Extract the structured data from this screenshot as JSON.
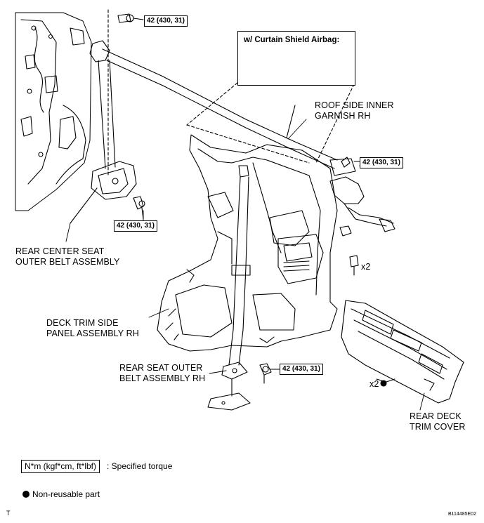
{
  "labels": {
    "roof_garnish_line1": "ROOF SIDE INNER",
    "roof_garnish_line2": "GARNISH RH",
    "rear_center_line1": "REAR CENTER SEAT",
    "rear_center_line2": "OUTER BELT ASSEMBLY",
    "deck_panel_line1": "DECK TRIM SIDE",
    "deck_panel_line2": "PANEL ASSEMBLY RH",
    "rear_outer_line1": "REAR SEAT OUTER",
    "rear_outer_line2": "BELT ASSEMBLY RH",
    "deck_cover_line1": "REAR DECK",
    "deck_cover_line2": "TRIM COVER"
  },
  "torque": {
    "top": "42 (430, 31)",
    "left": "42 (430, 31)",
    "right": "42 (430, 31)",
    "bottom": "42 (430, 31)"
  },
  "quantities": {
    "bolt_x2": "x2",
    "clip_x2": "x2"
  },
  "callout": {
    "title": "w/ Curtain Shield Airbag:"
  },
  "legend": {
    "unit_box": "N*m (kgf*cm, ft*lbf)",
    "unit_text": ": Specified torque",
    "nonreusable": "Non-reusable part"
  },
  "corner": {
    "left_mark": "T",
    "figure_code": "B114485E02"
  }
}
